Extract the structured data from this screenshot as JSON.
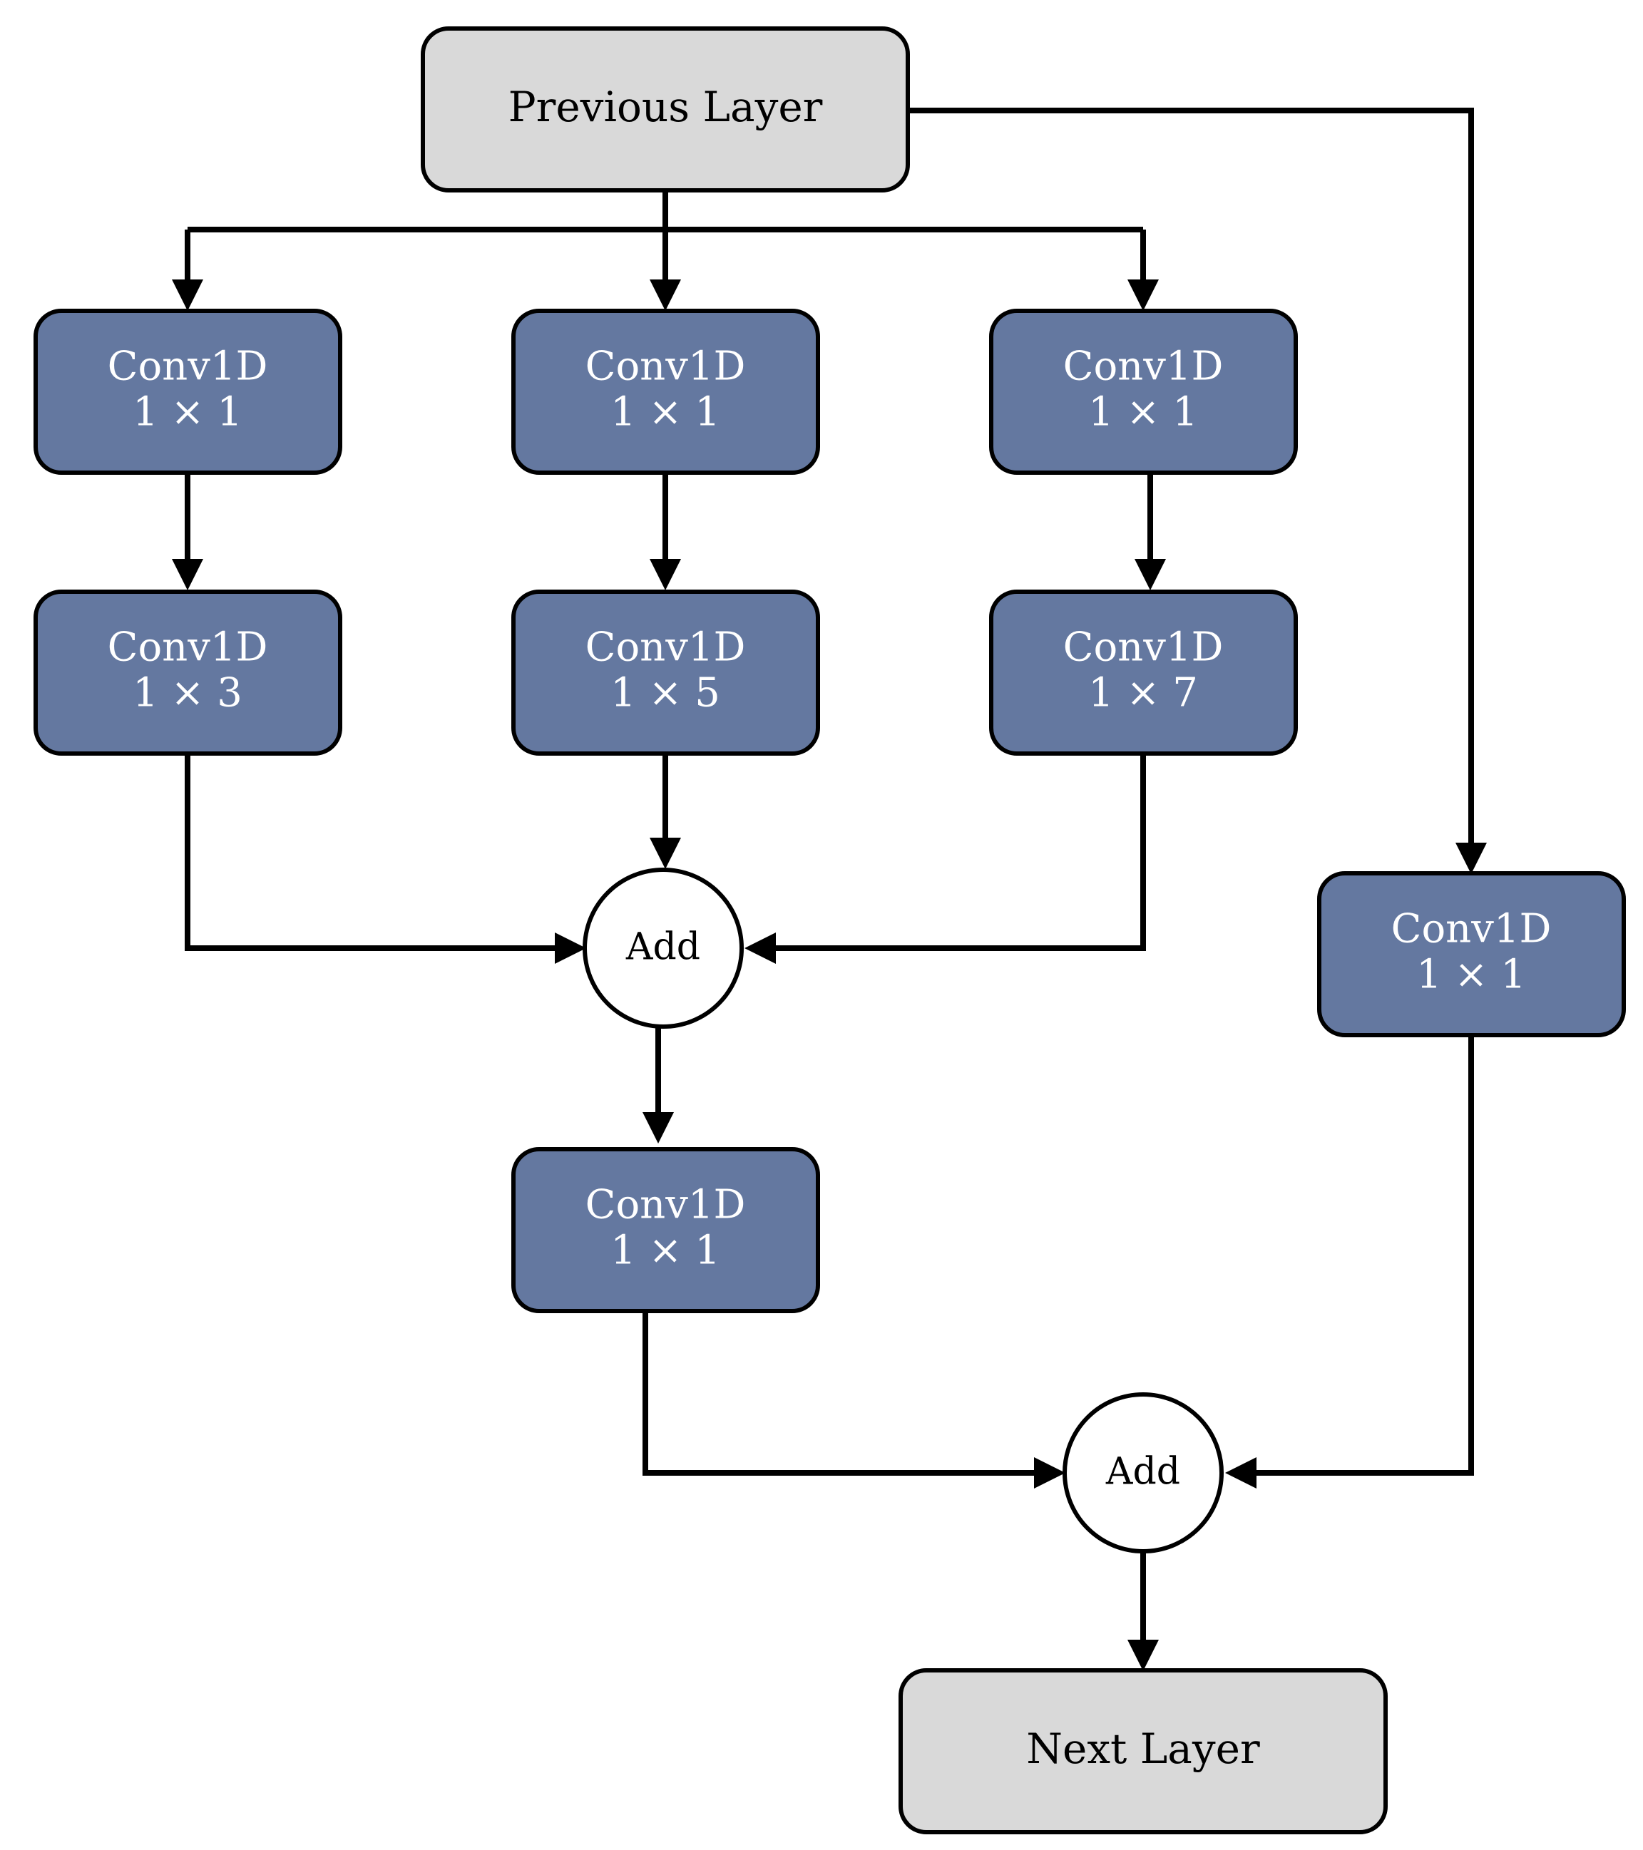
{
  "diagram": {
    "previous_layer": "Previous Layer",
    "next_layer": "Next Layer",
    "add_label": "Add",
    "branch1": {
      "conv_a": {
        "name": "Conv1D",
        "size": "1 × 1"
      },
      "conv_b": {
        "name": "Conv1D",
        "size": "1 × 3"
      }
    },
    "branch2": {
      "conv_a": {
        "name": "Conv1D",
        "size": "1 × 1"
      },
      "conv_b": {
        "name": "Conv1D",
        "size": "1 × 5"
      }
    },
    "branch3": {
      "conv_a": {
        "name": "Conv1D",
        "size": "1 × 1"
      },
      "conv_b": {
        "name": "Conv1D",
        "size": "1 × 7"
      }
    },
    "merge_conv": {
      "name": "Conv1D",
      "size": "1 × 1"
    },
    "shortcut_conv": {
      "name": "Conv1D",
      "size": "1 × 1"
    }
  },
  "colors": {
    "io_fill": "#d9d9d9",
    "conv_fill": "#6478a0",
    "add_fill": "#ffffff",
    "stroke": "#000000"
  }
}
